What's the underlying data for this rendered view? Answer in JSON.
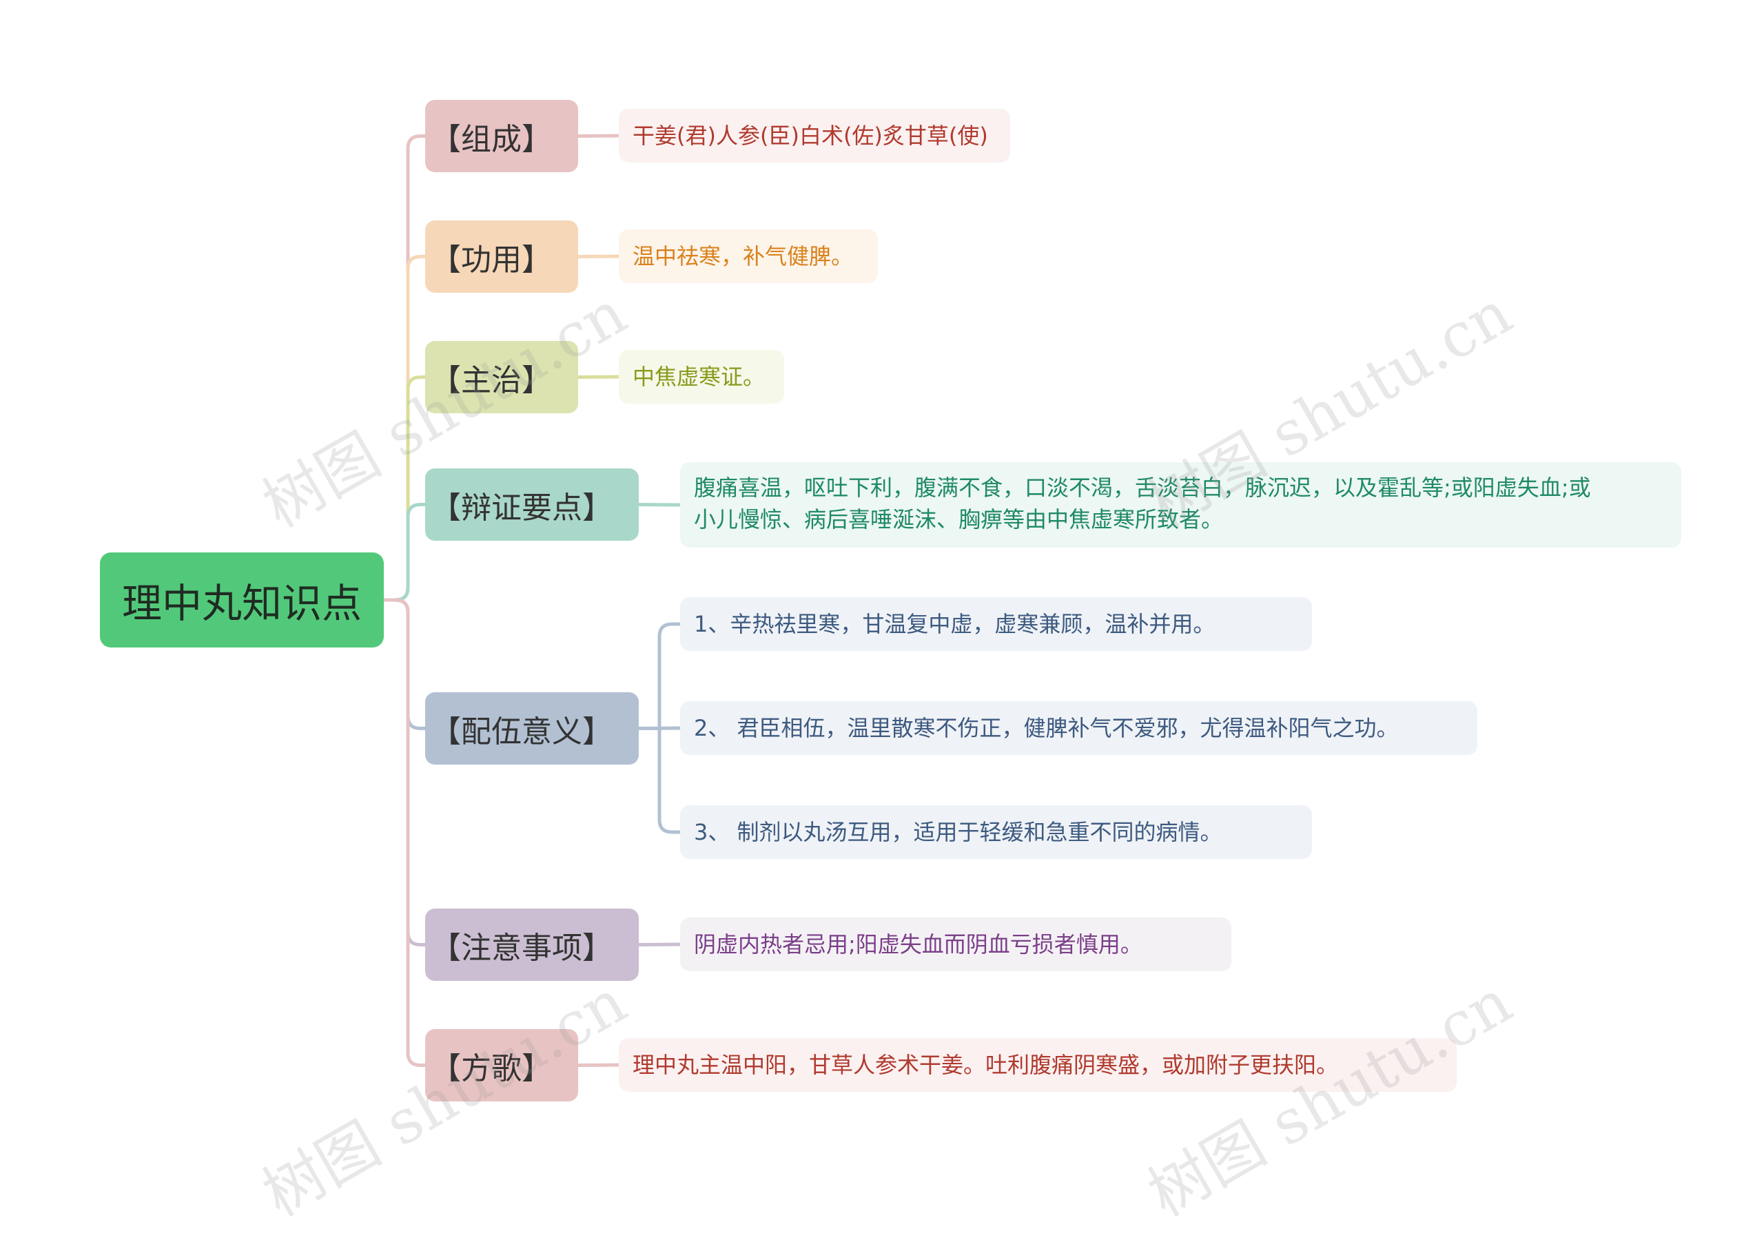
{
  "root": {
    "label": "理中丸知识点"
  },
  "branches": [
    {
      "label": "【组成】",
      "color": "#e8c3c3",
      "line": "#e8c3c3",
      "leaf_bg": "#fbf1f1",
      "leaf_text": "#b03a2e",
      "items": [
        "干姜(君)人参(臣)白术(佐)炙甘草(使)"
      ]
    },
    {
      "label": "【功用】",
      "color": "#f6d7b8",
      "line": "#f6d7b8",
      "leaf_bg": "#fdf4ea",
      "leaf_text": "#d9821c",
      "items": [
        "温中祛寒，补气健脾。"
      ]
    },
    {
      "label": "【主治】",
      "color": "#dce3b0",
      "line": "#d9df9c",
      "leaf_bg": "#f6f8ea",
      "leaf_text": "#8a9a1a",
      "items": [
        "中焦虚寒证。"
      ]
    },
    {
      "label": "【辩证要点】",
      "color": "#a9d7c9",
      "line": "#a9d7c9",
      "leaf_bg": "#edf7f3",
      "leaf_text": "#1f8a67",
      "items": [
        [
          "腹痛喜温，呕吐下利，腹满不食，口淡不渴，舌淡苔白，脉沉迟，以及霍乱等;或阳虚失血;或",
          "小儿慢惊、病后喜唾涎沫、胸痹等由中焦虚寒所致者。"
        ]
      ]
    },
    {
      "label": "【配伍意义】",
      "color": "#b2c0d2",
      "line": "#b2c0d2",
      "leaf_bg": "#eff2f6",
      "leaf_text": "#3d5a80",
      "items": [
        "1、辛热祛里寒，甘温复中虚，虚寒兼顾，温补并用。",
        "2、 君臣相伍，温里散寒不伤正，健脾补气不爱邪，尤得温补阳气之功。",
        "3、 制剂以丸汤互用，适用于轻缓和急重不同的病情。"
      ]
    },
    {
      "label": "【注意事项】",
      "color": "#cbbed2",
      "line": "#cbbed2",
      "leaf_bg": "#f4f1f5",
      "leaf_text": "#7a3f88",
      "items": [
        "阴虚内热者忌用;阳虚失血而阴血亏损者慎用。"
      ]
    },
    {
      "label": "【方歌】",
      "color": "#e8c3c3",
      "line": "#e8c3c3",
      "leaf_bg": "#fbf1f1",
      "leaf_text": "#b03a2e",
      "items": [
        "理中丸主温中阳，甘草人参术干姜。吐利腹痛阴寒盛，或加附子更扶阳。"
      ]
    }
  ],
  "watermark": "树图 shutu.cn"
}
